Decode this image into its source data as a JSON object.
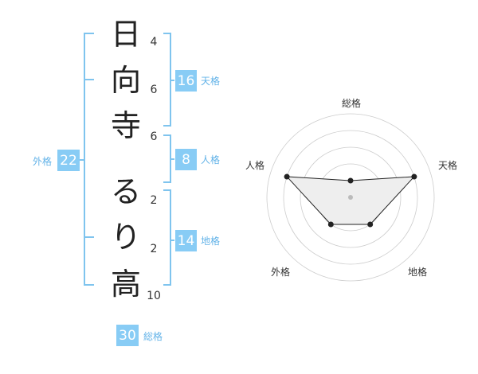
{
  "name_characters": [
    {
      "char": "日",
      "strokes": "4"
    },
    {
      "char": "向",
      "strokes": "6"
    },
    {
      "char": "寺",
      "strokes": "6"
    },
    {
      "char": "る",
      "strokes": "2"
    },
    {
      "char": "り",
      "strokes": "2"
    },
    {
      "char": "高",
      "strokes": "10"
    }
  ],
  "fortune": {
    "tenkaku": {
      "value": "16",
      "label": "天格"
    },
    "jinkaku": {
      "value": "8",
      "label": "人格"
    },
    "chikaku": {
      "value": "14",
      "label": "地格"
    },
    "gaikaku": {
      "value": "22",
      "label": "外格"
    },
    "soukaku": {
      "value": "30",
      "label": "総格"
    }
  },
  "radar": {
    "axes": [
      "総格",
      "天格",
      "地格",
      "外格",
      "人格"
    ],
    "levels": [
      0.2,
      0.8,
      0.4,
      0.4,
      0.8
    ]
  },
  "colors": {
    "accent": "#88ccf5",
    "accent_text": "#63b3e8",
    "bracket": "#7fc4ee",
    "polygon_fill": "#eeeeee",
    "ring": "#cccccc"
  }
}
